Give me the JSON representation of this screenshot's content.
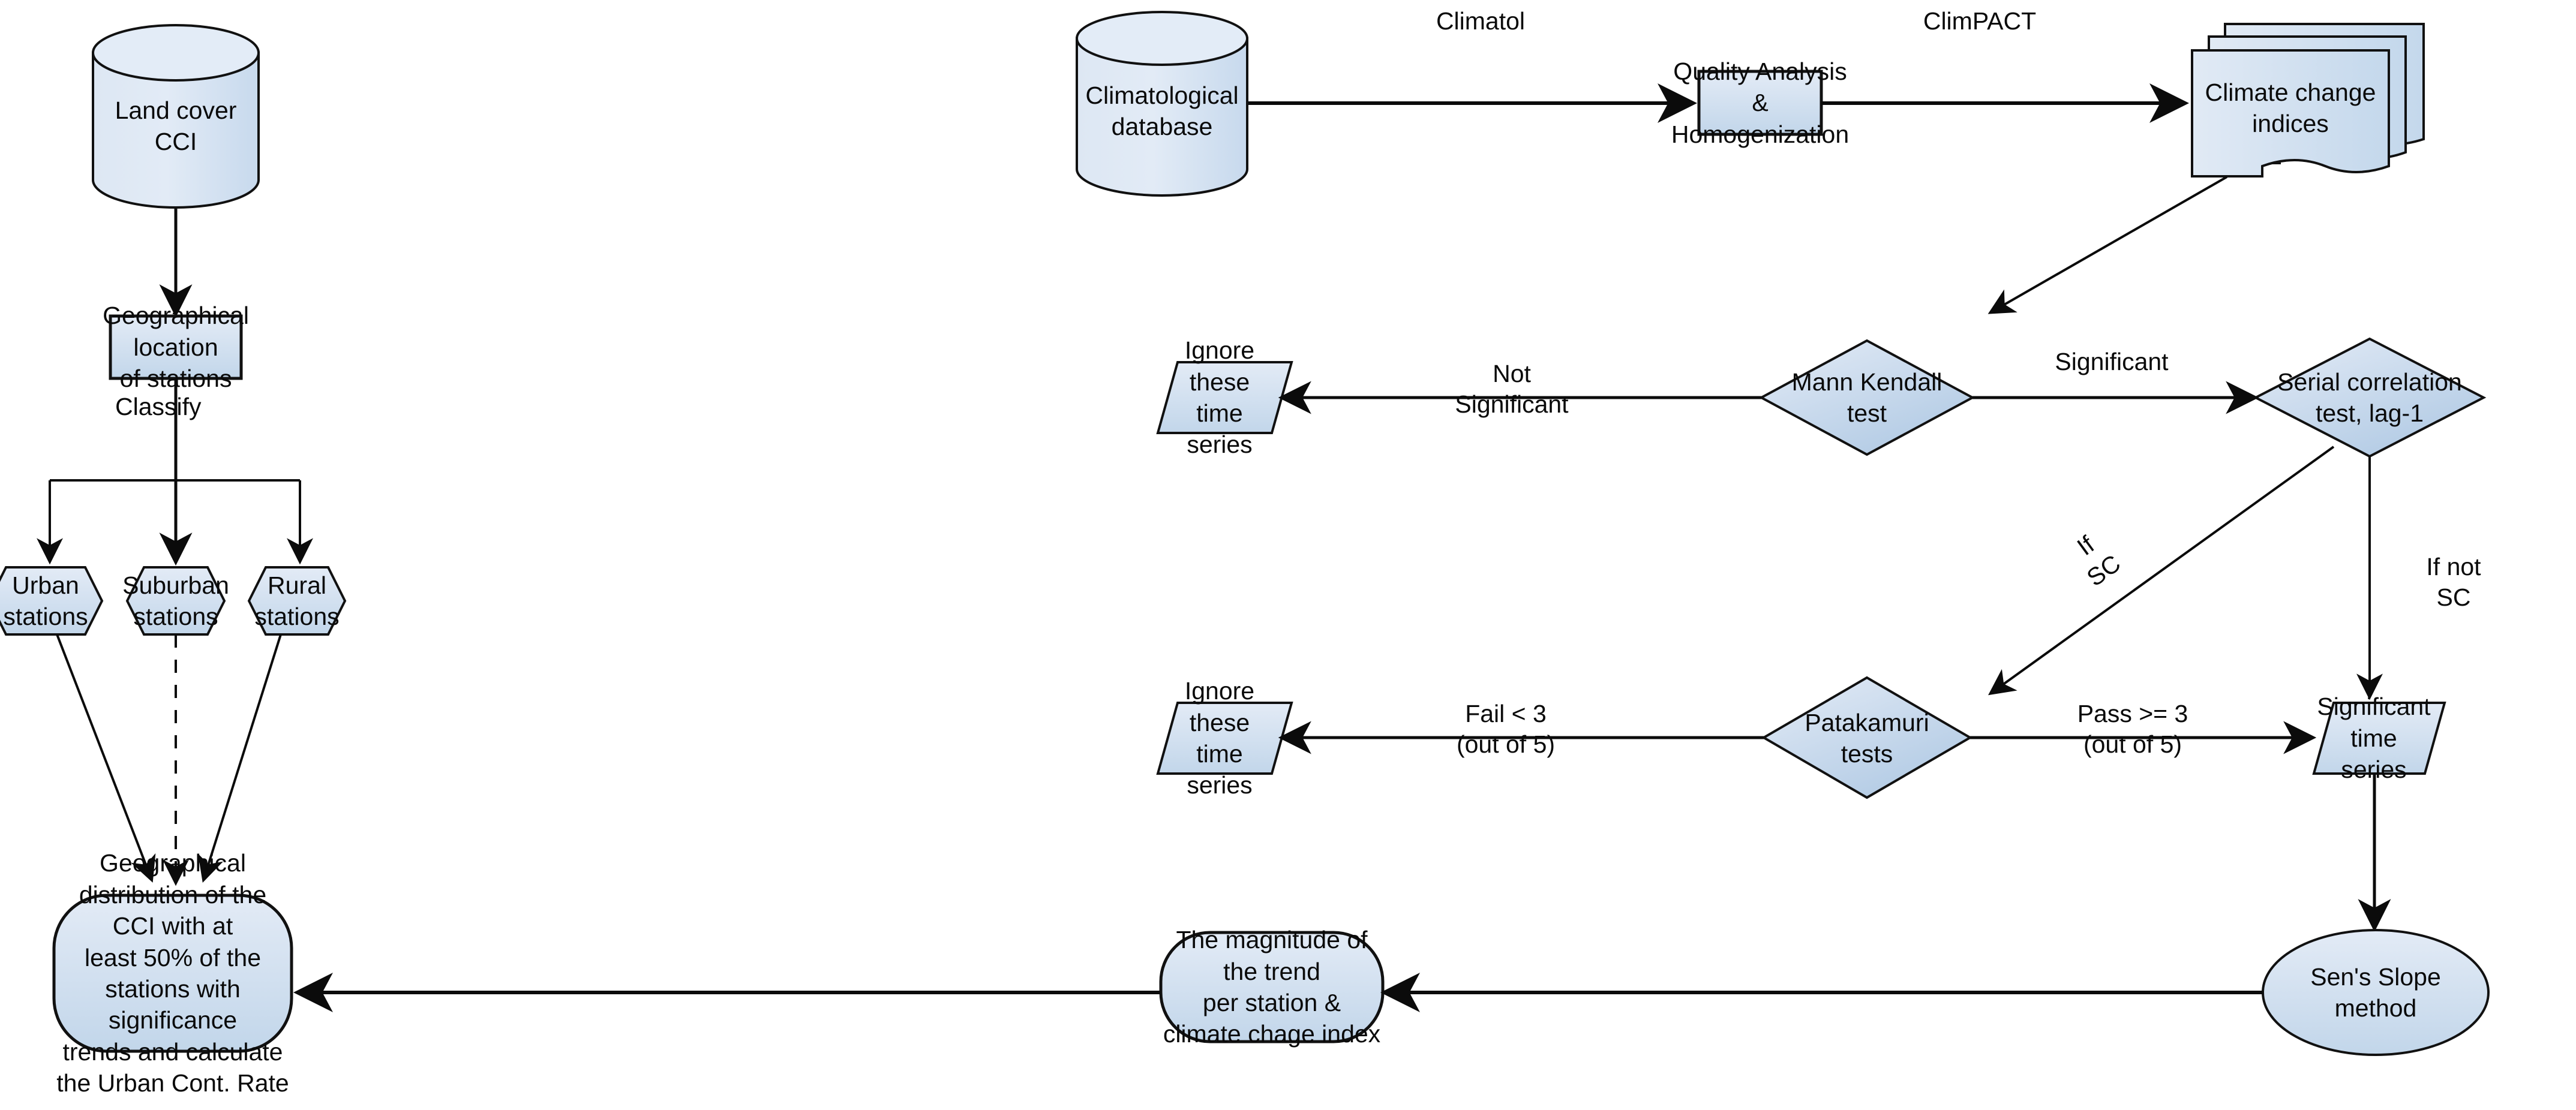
{
  "diagram": {
    "title": "Methodology flowchart for climate change index trend analysis",
    "background_color": "#ffffff",
    "shape_fill_light": "#dce6f2",
    "shape_fill_mid": "#c6d9ec",
    "shape_fill_dark": "#b3cde5",
    "stroke_color": "#111111",
    "text_color": "#0a0a0a"
  },
  "nodes": {
    "land_cover_cci": {
      "label": "Land cover CCI",
      "shape": "cylinder"
    },
    "geographical_location": {
      "label": "Geographical location\nof stations",
      "shape": "rectangle"
    },
    "urban_stations": {
      "label": "Urban stations",
      "shape": "hexagon"
    },
    "suburban_stations": {
      "label": "Suburban\nstations",
      "shape": "hexagon"
    },
    "rural_stations": {
      "label": "Rural stations",
      "shape": "hexagon"
    },
    "geographical_distribution": {
      "label": "Geographical distribution of the CCI with at\nleast 50% of the stations with significance\ntrends and calculate the Urban Cont. Rate",
      "shape": "rounded-terminator"
    },
    "climatological_database": {
      "label": "Climatological database",
      "shape": "cylinder"
    },
    "quality_analysis": {
      "label": "Quality Analysis &\nHomogenization",
      "shape": "rectangle"
    },
    "climate_change_indices": {
      "label": "Climate change\nindices",
      "shape": "multi-document"
    },
    "ignore_time_series_1": {
      "label": "Ignore these\ntime series",
      "shape": "parallelogram"
    },
    "mann_kendall_test": {
      "label": "Mann Kendall\ntest",
      "shape": "diamond"
    },
    "serial_correlation_test": {
      "label": "Serial correlation\ntest, lag-1",
      "shape": "diamond"
    },
    "ignore_time_series_2": {
      "label": "Ignore these\ntime series",
      "shape": "parallelogram"
    },
    "patakamuri_tests": {
      "label": "Patakamuri\ntests",
      "shape": "diamond"
    },
    "significant_time_series": {
      "label": "Significant\ntime series",
      "shape": "parallelogram"
    },
    "sens_slope_method": {
      "label": "Sen's Slope\nmethod",
      "shape": "ellipse"
    },
    "magnitude_of_trend": {
      "label": "The magnitude of the trend\nper station & climate chage index",
      "shape": "rounded-terminator"
    }
  },
  "edge_labels": {
    "classify": "Classify",
    "climatol": "Climatol",
    "climpact": "ClimPACT",
    "not_significant": "Not\nSignificant",
    "significant": "Significant",
    "if_sc": "If\nSC",
    "if_not_sc": "If not\nSC",
    "fail_lt_3": "Fail < 3\n(out of 5)",
    "pass_ge_3": "Pass >= 3\n(out of 5)"
  }
}
